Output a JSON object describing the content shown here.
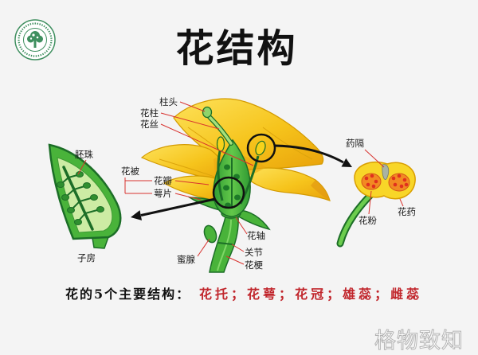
{
  "title": "花结构",
  "watermark": "格物致知",
  "labels": {
    "stigma": "柱头",
    "style": "花柱",
    "filament": "花丝",
    "perianth": "花被",
    "petal": "花瓣",
    "sepal": "萼片",
    "floral_axis": "花轴",
    "nectary": "蜜腺",
    "joint": "关节",
    "pedicel": "花梗",
    "ovule": "胚珠",
    "ovary": "子房",
    "connective": "药隔",
    "anther": "花药",
    "pollen": "花粉"
  },
  "summary": {
    "lead": "花的5个主要结构：",
    "items": [
      "花托",
      "花萼",
      "花冠",
      "雄蕊",
      "雌蕊"
    ],
    "separator": "；"
  },
  "colors": {
    "background": "#f4f4f4",
    "title": "#111111",
    "label_text": "#1a1a1a",
    "leader_line": "#d8322e",
    "summary_highlight": "#c1272d",
    "petal": "#f6c41c",
    "plant_green": "#49b33a",
    "outline_green": "#1c6e27",
    "arrow": "#111111"
  }
}
